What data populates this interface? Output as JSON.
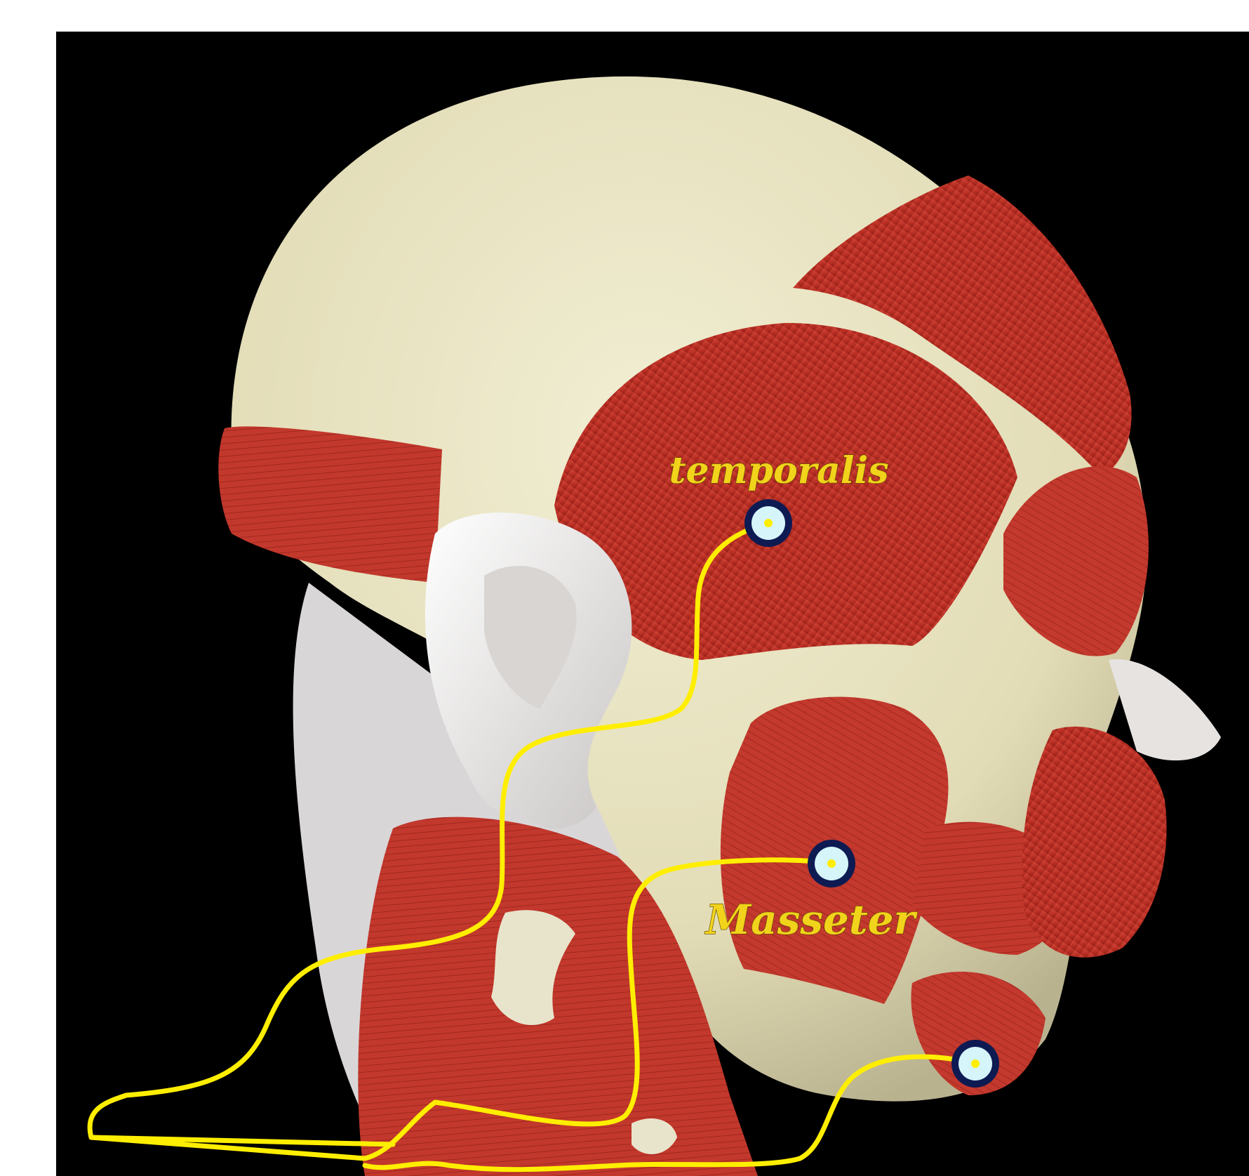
{
  "labels": {
    "temporalis": "temporalis",
    "masseter": "Masseter"
  },
  "colors": {
    "background": "#000000",
    "page": "#ffffff",
    "bone": "#e8e4c4",
    "muscle": "#c4362b",
    "muscle_dark": "#8f1f18",
    "ear": "#efeeee",
    "wire": "#ffee00",
    "electrode_fill": "#d6f5fb",
    "electrode_ring": "#0e1a52",
    "label": "#f2d31b"
  },
  "icons": {
    "electrode": "circle-electrode"
  }
}
